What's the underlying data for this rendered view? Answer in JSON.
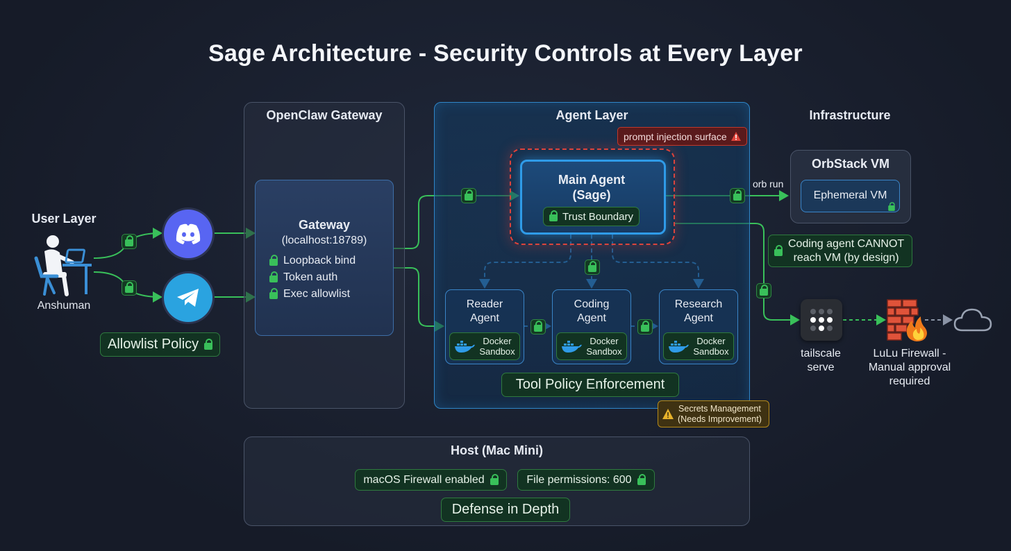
{
  "title": "Sage Architecture - Security Controls at Every Layer",
  "user_layer": {
    "label": "User Layer",
    "user_name": "Anshuman",
    "allowlist": "Allowlist Policy"
  },
  "gateway_panel": {
    "label": "OpenClaw Gateway",
    "box_title": "Gateway",
    "box_subtitle": "(localhost:18789)",
    "controls": [
      "Loopback bind",
      "Token auth",
      "Exec allowlist"
    ]
  },
  "agent_layer": {
    "label": "Agent Layer",
    "warning": "prompt injection surface",
    "main_agent_line1": "Main Agent",
    "main_agent_line2": "(Sage)",
    "trust_boundary": "Trust Boundary",
    "sub_agents": [
      {
        "line1": "Reader",
        "line2": "Agent",
        "sandbox1": "Docker",
        "sandbox2": "Sandbox"
      },
      {
        "line1": "Coding",
        "line2": "Agent",
        "sandbox1": "Docker",
        "sandbox2": "Sandbox"
      },
      {
        "line1": "Research",
        "line2": "Agent",
        "sandbox1": "Docker",
        "sandbox2": "Sandbox"
      }
    ],
    "tool_policy": "Tool Policy Enforcement",
    "secrets_line1": "Secrets Management",
    "secrets_line2": "(Needs Improvement)"
  },
  "infrastructure": {
    "label": "Infrastructure",
    "orbstack_title": "OrbStack VM",
    "ephemeral": "Ephemeral VM",
    "orb_run": "orb run",
    "coding_note_line1": "Coding agent CANNOT",
    "coding_note_line2": "reach VM (by design)",
    "tailscale_line1": "tailscale",
    "tailscale_line2": "serve",
    "lulu_line1": "LuLu Firewall -",
    "lulu_line2": "Manual approval",
    "lulu_line3": "required"
  },
  "host": {
    "label": "Host (Mac Mini)",
    "firewall": "macOS Firewall enabled",
    "permissions": "File permissions: 600",
    "defense": "Defense in Depth"
  },
  "colors": {
    "background": "#1a1f2e",
    "green": "#39c05a",
    "blue": "#2f86c8",
    "red": "#e0433a",
    "amber": "#d9a31f",
    "discord": "#5865f2",
    "telegram": "#2aa3e0"
  },
  "icons": [
    "user-icon",
    "discord-icon",
    "telegram-icon",
    "lock-icon",
    "warning-icon",
    "docker-icon",
    "tailscale-icon",
    "firewall-icon",
    "cloud-icon"
  ]
}
